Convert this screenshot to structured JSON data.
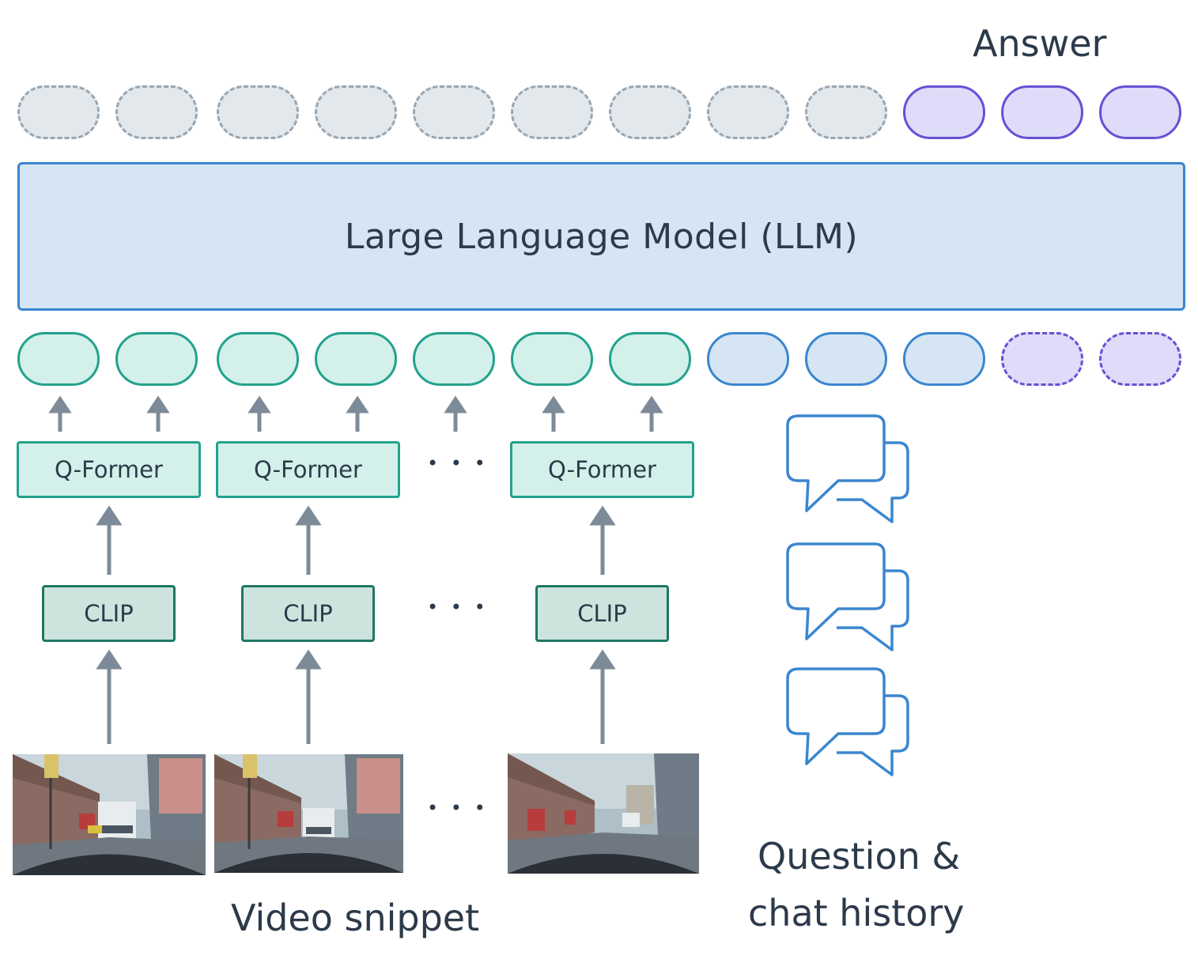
{
  "diagram": {
    "answer_label": "Answer",
    "llm_label": "Large Language Model (LLM)",
    "qformer_label": "Q-Former",
    "clip_label": "CLIP",
    "ellipsis": "• • •",
    "video_label": "Video snippet",
    "question_label_line1": "Question &",
    "question_label_line2": "chat history"
  },
  "colors": {
    "arrow": "#7d8b99",
    "chat_icon": "#3b86d0",
    "visual_token": "#23a28d",
    "text_token": "#3b86d0",
    "answer_token": "#6a4fd6",
    "placeholder_token": "#98a6b4"
  },
  "icons": [
    "chat-bubbles-icon",
    "chat-bubbles-icon",
    "chat-bubbles-icon"
  ]
}
